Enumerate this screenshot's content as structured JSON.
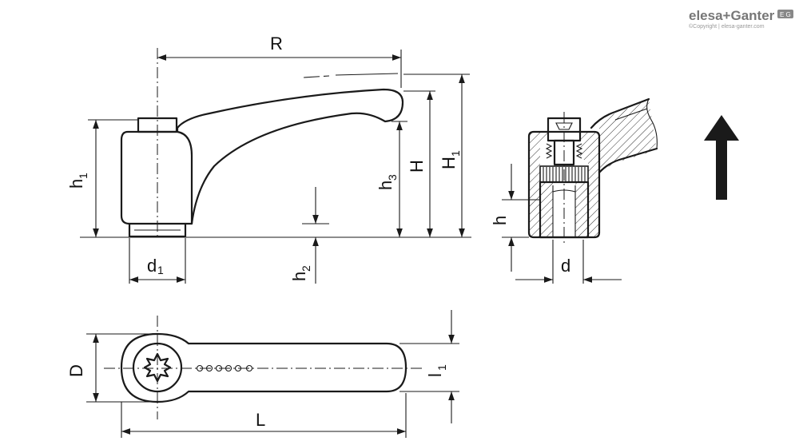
{
  "brand": {
    "logo_text": "elesa+Ganter",
    "badge": "E G",
    "copyright": "©Copyright | elesa-ganter.com"
  },
  "labels": {
    "R": "R",
    "H": "H",
    "H1": {
      "base": "H",
      "sub": "1"
    },
    "h1": {
      "base": "h",
      "sub": "1"
    },
    "h2": {
      "base": "h",
      "sub": "2"
    },
    "h3": {
      "base": "h",
      "sub": "3"
    },
    "d1": {
      "base": "d",
      "sub": "1"
    },
    "h": "h",
    "d": "d",
    "D": "D",
    "L": "L",
    "l1": {
      "base": "l",
      "sub": "1"
    }
  },
  "icons": {
    "direction": "up-arrow-icon",
    "socket": "torx-socket-icon"
  }
}
